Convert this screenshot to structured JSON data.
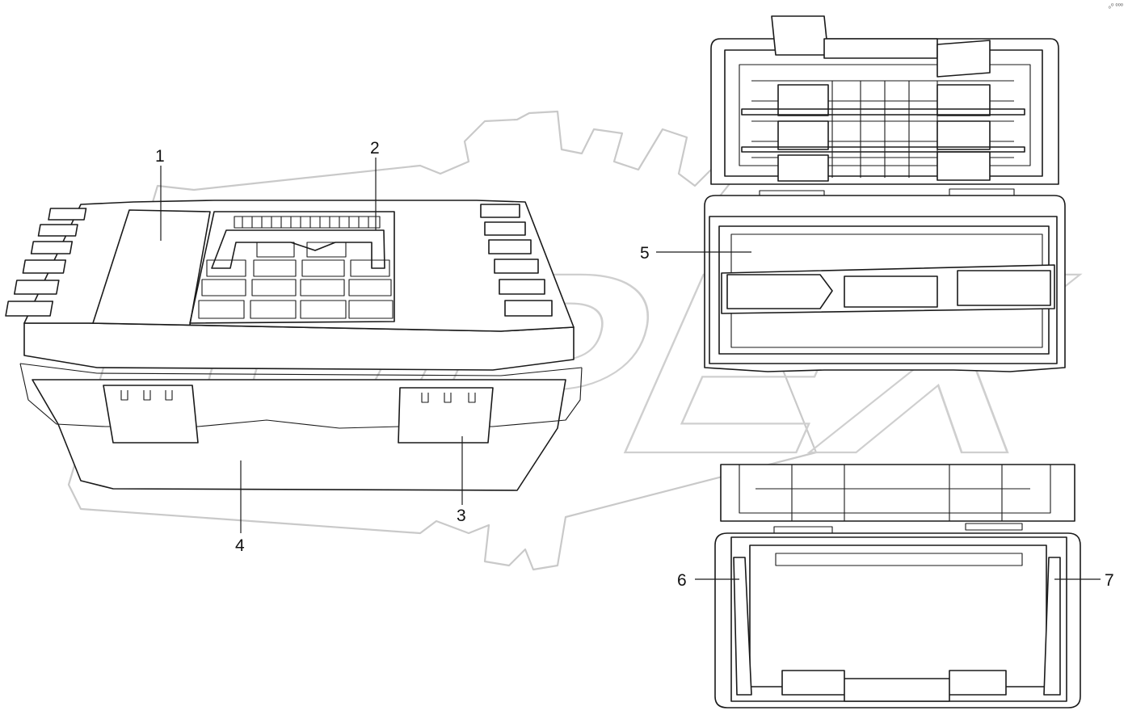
{
  "callouts": {
    "c1": "1",
    "c2": "2",
    "c3": "3",
    "c4": "4",
    "c5": "5",
    "c6": "6",
    "c7": "7"
  },
  "watermark": {
    "text": "OPEX",
    "color": "#c9c9c9"
  },
  "corner_mark": "₀⁰ ⁰⁰⁰",
  "colors": {
    "line": "#1a1a1a",
    "background": "#ffffff"
  }
}
